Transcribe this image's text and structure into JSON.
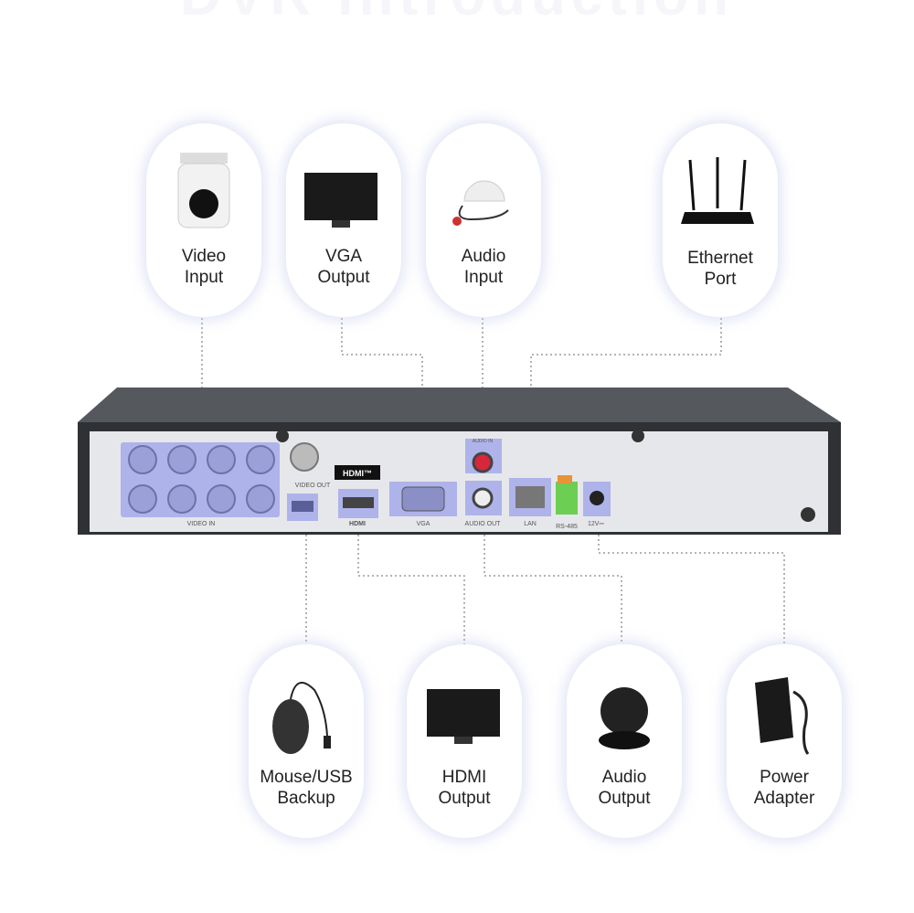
{
  "title": "DVR Introduction",
  "top_devices": [
    {
      "line1": "Video",
      "line2": "Input",
      "icon": "bullet-camera-icon"
    },
    {
      "line1": "VGA",
      "line2": "Output",
      "icon": "monitor-icon"
    },
    {
      "line1": "Audio",
      "line2": "Input",
      "icon": "microphone-icon"
    },
    {
      "line1": "Ethernet",
      "line2": "Port",
      "icon": "router-icon"
    }
  ],
  "bottom_devices": [
    {
      "line1": "Mouse/USB",
      "line2": "Backup",
      "icon": "mouse-icon"
    },
    {
      "line1": "HDMI",
      "line2": "Output",
      "icon": "monitor-icon"
    },
    {
      "line1": "Audio",
      "line2": "Output",
      "icon": "speaker-icon"
    },
    {
      "line1": "Power",
      "line2": "Adapter",
      "icon": "power-adapter-icon"
    }
  ],
  "ports": {
    "video_in": "VIDEO IN",
    "video_out": "VIDEO OUT",
    "hdmi_badge": "HDMI™",
    "hdmi": "HDMI",
    "vga": "VGA",
    "audio_in": "AUDIO IN",
    "audio_out": "AUDIO OUT",
    "lan": "LAN",
    "rs485": "RS-485",
    "power": "12V⎓"
  },
  "colors": {
    "highlight": "#aeb3ea",
    "line": "#888888",
    "chassis": "#4a4d52",
    "panel": "#e6e7ea"
  }
}
